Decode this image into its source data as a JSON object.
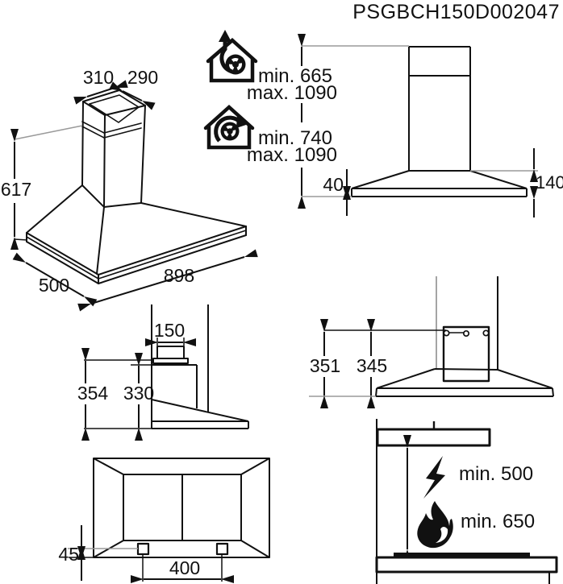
{
  "title": "PSGBCH150D002047",
  "iso_view": {
    "chimney_top_width": "310",
    "chimney_top_depth": "290",
    "body_height": "617",
    "depth": "500",
    "width": "898"
  },
  "installation_heights": {
    "extraction": {
      "min": "min. 665",
      "max": "max. 1090"
    },
    "recirculation": {
      "min": "min. 740",
      "max": "max. 1090"
    }
  },
  "front_view": {
    "base_height": "40",
    "canopy_height": "140"
  },
  "side_view": {
    "duct_width": "150",
    "height_total": "354",
    "height_body": "330"
  },
  "bracket_view": {
    "height_to_bracket": "351",
    "height_to_holes": "345"
  },
  "bottom_view": {
    "lamp_offset": "45",
    "lamp_spacing": "400"
  },
  "clearance": {
    "electric_hob": "min. 500",
    "gas_hob": "min. 650"
  },
  "icons": {
    "extraction": "house-fan-exhaust-icon",
    "recirculation": "house-fan-recirculation-icon",
    "electric": "lightning-icon",
    "gas": "flame-icon"
  },
  "colors": {
    "line": "#111111",
    "reference_line": "#9a9a9a",
    "background": "#ffffff"
  }
}
